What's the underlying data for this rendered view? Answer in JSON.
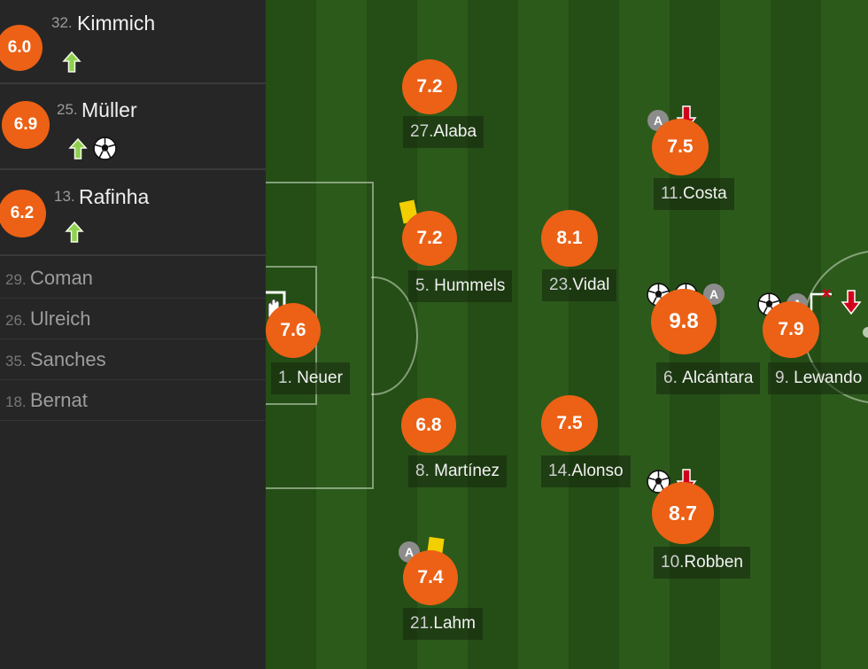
{
  "substitutes": [
    {
      "number": "32.",
      "name": "Kimmich",
      "rating": "6.0",
      "icons": [
        "sub-in-arrow-icon"
      ]
    },
    {
      "number": "25.",
      "name": "Müller",
      "rating": "6.9",
      "icons": [
        "sub-in-arrow-icon",
        "goal-ball-icon"
      ]
    },
    {
      "number": "13.",
      "name": "Rafinha",
      "rating": "6.2",
      "icons": [
        "sub-in-arrow-icon"
      ]
    }
  ],
  "bench": [
    {
      "number": "29.",
      "name": "Coman"
    },
    {
      "number": "26.",
      "name": "Ulreich"
    },
    {
      "number": "35.",
      "name": "Sanches"
    },
    {
      "number": "18.",
      "name": "Bernat"
    }
  ],
  "players": [
    {
      "id": "neuer",
      "rating": "7.6",
      "number": "1.",
      "name": "Neuer",
      "icons": [
        "save-glove-icon"
      ]
    },
    {
      "id": "alaba",
      "rating": "7.2",
      "number": "27.",
      "name": "Alaba",
      "icons": []
    },
    {
      "id": "hummels",
      "rating": "7.2",
      "number": "5.",
      "name": "Hummels",
      "icons": [
        "yellow-card-icon"
      ]
    },
    {
      "id": "martinez",
      "rating": "6.8",
      "number": "8.",
      "name": "Martínez",
      "icons": []
    },
    {
      "id": "lahm",
      "rating": "7.4",
      "number": "21.",
      "name": "Lahm",
      "icons": [
        "assist-icon",
        "yellow-card-icon"
      ]
    },
    {
      "id": "vidal",
      "rating": "8.1",
      "number": "23.",
      "name": "Vidal",
      "icons": []
    },
    {
      "id": "alonso",
      "rating": "7.5",
      "number": "14.",
      "name": "Alonso",
      "icons": []
    },
    {
      "id": "costa",
      "rating": "7.5",
      "number": "11.",
      "name": "Costa",
      "icons": [
        "assist-icon",
        "sub-out-arrow-icon"
      ]
    },
    {
      "id": "alcantara",
      "rating": "9.8",
      "number": "6.",
      "name": "Alcántara",
      "icons": [
        "goal-ball-icon",
        "goal-ball-icon",
        "assist-icon"
      ]
    },
    {
      "id": "robben",
      "rating": "8.7",
      "number": "10.",
      "name": "Robben",
      "icons": [
        "goal-ball-icon",
        "sub-out-arrow-icon"
      ]
    },
    {
      "id": "lewandowski",
      "rating": "7.9",
      "number": "9.",
      "name": "Lewando",
      "icons": [
        "goal-ball-icon",
        "assist-icon",
        "missed-chance-icon",
        "sub-out-arrow-icon"
      ]
    }
  ],
  "badges": {
    "assist": "A"
  },
  "colors": {
    "rating": "#ec6115",
    "sub_in": "#8fd14f",
    "sub_out": "#d0021b",
    "yellow_card": "#f3cf00",
    "pitch_dark": "#254d16",
    "pitch_light": "#2c5a1b",
    "sidebar": "#262626"
  }
}
